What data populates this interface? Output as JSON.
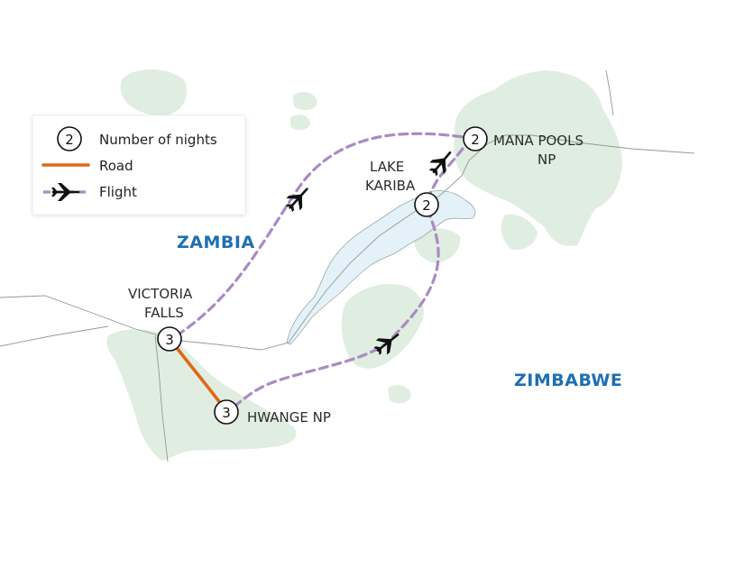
{
  "legend": {
    "nights_sample": "2",
    "nights_label": "Number of nights",
    "road_label": "Road",
    "flight_label": "Flight"
  },
  "countries": {
    "zambia": "ZAMBIA",
    "zimbabwe": "ZIMBABWE"
  },
  "places": {
    "victoria_falls": {
      "line1": "VICTORIA",
      "line2": "FALLS",
      "nights": "3"
    },
    "hwange": {
      "line1": "HWANGE NP",
      "nights": "3"
    },
    "lake_kariba": {
      "line1": "LAKE",
      "line2": "KARIBA",
      "nights": "2"
    },
    "mana_pools": {
      "line1": "MANA POOLS",
      "line2": "NP",
      "nights": "2"
    }
  },
  "colors": {
    "land": "#dfeee0",
    "water": "#e4f1f8",
    "border": "#8f9c98",
    "road": "#e2671a",
    "flight": "#a98bc2",
    "country_label": "#1f6fb2"
  },
  "icons": [
    "plane-icon"
  ]
}
